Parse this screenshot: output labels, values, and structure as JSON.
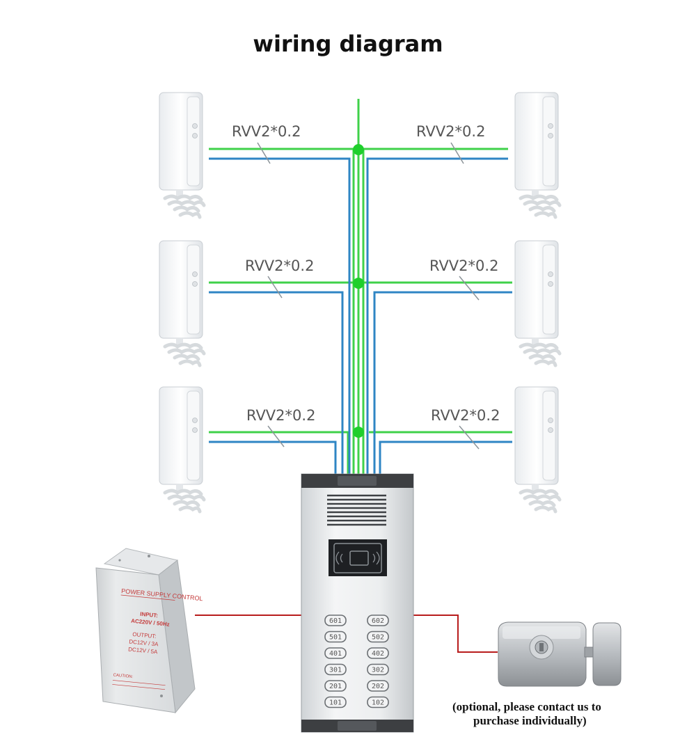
{
  "title": "wiring diagram",
  "cable_label": "RVV2*0.2",
  "colors": {
    "wire_green": "#3fd14a",
    "wire_blue": "#2f86c4",
    "wire_red": "#b81c1c",
    "node": "#1fcf2c"
  },
  "power_supply": {
    "heading": "POWER SUPPLY CONTROL",
    "input_label": "INPUT:",
    "input_value": "AC220V / 50Hz",
    "output_label": "OUTPUT:",
    "output_1": "DC12V / 3A",
    "output_2": "DC12V / 5A",
    "caution": "CAUTION:"
  },
  "panel_buttons": [
    [
      "601",
      "602"
    ],
    [
      "501",
      "502"
    ],
    [
      "401",
      "402"
    ],
    [
      "301",
      "302"
    ],
    [
      "201",
      "202"
    ],
    [
      "101",
      "102"
    ]
  ],
  "lock_note": {
    "line1": "(optional, please contact us to",
    "line2": "purchase individually)"
  },
  "icons": [
    "intercom-handset-icon",
    "rfid-card-reader-icon",
    "power-supply-box-icon",
    "electric-lock-icon"
  ]
}
